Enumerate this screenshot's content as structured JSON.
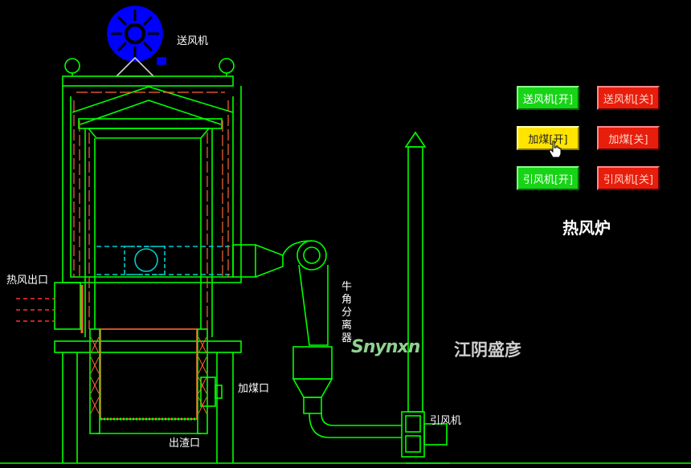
{
  "labels": {
    "supply_fan": "送风机",
    "hot_air_outlet": "热风出口",
    "cyclone": "牛角分离器",
    "coal_inlet": "加煤口",
    "slag_outlet": "出渣口",
    "induced_fan": "引风机"
  },
  "title": "热风炉",
  "watermark": {
    "latin": "Snynxn",
    "cn": "江阴盛彦"
  },
  "buttons": {
    "supply_on": "送风机[开]",
    "supply_off": "送风机[关]",
    "coal_on": "加煤[开]",
    "coal_off": "加煤[关]",
    "induced_on": "引风机[开]",
    "induced_off": "引风机[关]"
  },
  "colors": {
    "line": "#00ff00",
    "refractory": "#ff6633",
    "fan": "#0000ff",
    "duct_accent": "#00cccc"
  }
}
